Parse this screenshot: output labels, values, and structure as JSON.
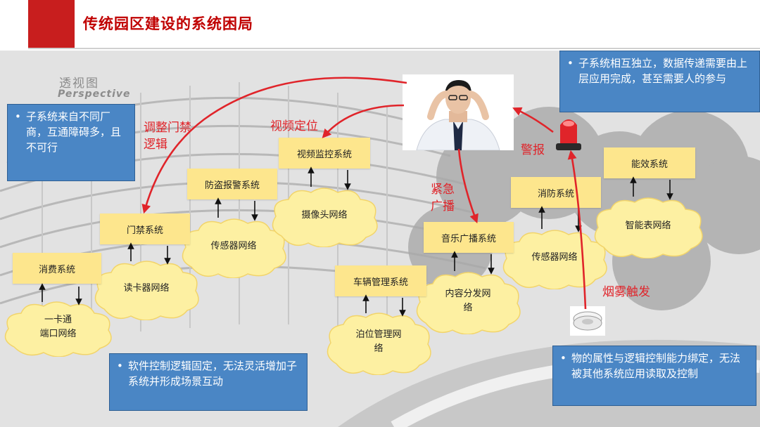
{
  "header": {
    "title": "传统园区建设的系统困局"
  },
  "watermark": {
    "line1": "透视图",
    "line2": "Perspective"
  },
  "notes": {
    "top_left": "子系统来自不同厂商，互通障碍多，且不可行",
    "top_right": "子系统相互独立，数据传递需要由上层应用完成，甚至需要人的参与",
    "bottom_left": "软件控制逻辑固定，无法灵活增加子系统并形成场景互动",
    "bottom_right": "物的属性与逻辑控制能力绑定，无法被其他系统应用读取及控制"
  },
  "systems": {
    "consume": "消费系统",
    "access": "门禁系统",
    "alarm": "防盗报警系统",
    "video": "视频监控系统",
    "vehicle": "车辆管理系统",
    "broadcast": "音乐广播系统",
    "fire": "消防系统",
    "energy": "能效系统"
  },
  "networks": {
    "card_line1": "一卡通",
    "card_line2": "端口网络",
    "reader": "读卡器网络",
    "sensor1": "传感器网络",
    "camera": "摄像头网络",
    "parking_line1": "泊位管理网",
    "parking_line2": "络",
    "content_line1": "内容分发网",
    "content_line2": "络",
    "sensor2": "传感器网络",
    "meter": "智能表网络"
  },
  "flows": {
    "adjust_line1": "调整门禁",
    "adjust_line2": "逻辑",
    "video_locate": "视频定位",
    "emergency_line1": "紧急",
    "emergency_line2": "广播",
    "alarm": "警报",
    "smoke": "烟雾触发"
  },
  "colors": {
    "accent_red": "#c00000",
    "arrow_red": "#e0242a",
    "note_blue": "#4a86c5",
    "system_yellow": "#fde68d",
    "cloud_yellow": "#fdf0a2"
  }
}
